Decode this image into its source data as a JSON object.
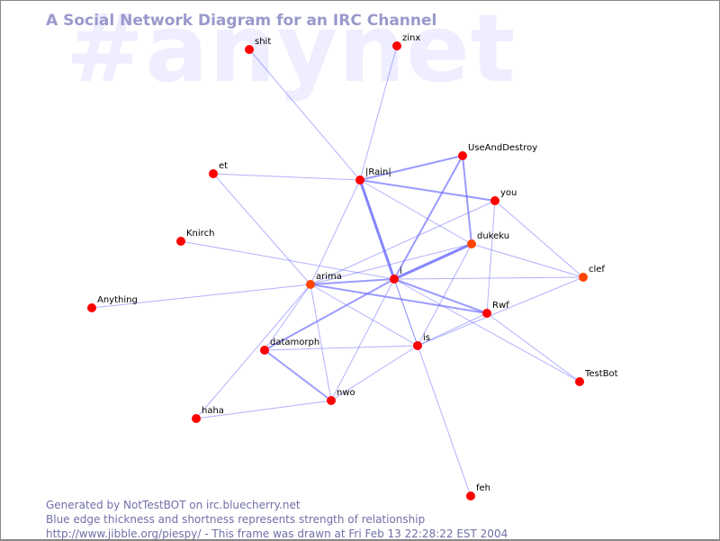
{
  "watermark": "#anynet",
  "title": "A Social Network Diagram for an IRC Channel",
  "footer": {
    "line1": "Generated by NotTestBOT on irc.bluecherry.net",
    "line2": "Blue edge thickness and shortness represents strength of relationship",
    "line3": "http://www.jibble.org/piespy/ - This frame was drawn at Fri Feb 13 22:28:22 EST 2004"
  },
  "colors": {
    "node": "#ff0000",
    "node_active": "#ff4500",
    "edge": "#6666ff"
  },
  "nodes": [
    {
      "id": "shit",
      "active": false
    },
    {
      "id": "zinx",
      "active": false
    },
    {
      "id": "et",
      "active": false
    },
    {
      "id": "|Rain|",
      "active": false
    },
    {
      "id": "UseAndDestroy",
      "active": false
    },
    {
      "id": "you",
      "active": false
    },
    {
      "id": "dukeku",
      "active": true
    },
    {
      "id": "Knirch",
      "active": false
    },
    {
      "id": "clef",
      "active": true
    },
    {
      "id": "Anything",
      "active": false
    },
    {
      "id": "arima",
      "active": true
    },
    {
      "id": "i",
      "active": false
    },
    {
      "id": "Rwf",
      "active": false
    },
    {
      "id": "datamorph",
      "active": false
    },
    {
      "id": "is",
      "active": false
    },
    {
      "id": "nwo",
      "active": false
    },
    {
      "id": "haha",
      "active": false
    },
    {
      "id": "TestBot",
      "active": false
    },
    {
      "id": "feh",
      "active": false
    }
  ],
  "edges": [
    [
      "shit",
      "|Rain|",
      1
    ],
    [
      "zinx",
      "|Rain|",
      1
    ],
    [
      "et",
      "|Rain|",
      1
    ],
    [
      "et",
      "arima",
      1
    ],
    [
      "|Rain|",
      "UseAndDestroy",
      2
    ],
    [
      "|Rain|",
      "you",
      2
    ],
    [
      "|Rain|",
      "dukeku",
      1
    ],
    [
      "|Rain|",
      "i",
      3
    ],
    [
      "|Rain|",
      "arima",
      1
    ],
    [
      "UseAndDestroy",
      "i",
      2
    ],
    [
      "UseAndDestroy",
      "dukeku",
      2
    ],
    [
      "i",
      "dukeku",
      3
    ],
    [
      "arima",
      "i",
      2
    ],
    [
      "arima",
      "you",
      1
    ],
    [
      "arima",
      "dukeku",
      1
    ],
    [
      "Knirch",
      "i",
      1
    ],
    [
      "Anything",
      "arima",
      1
    ],
    [
      "arima",
      "Rwf",
      2
    ],
    [
      "arima",
      "is",
      1
    ],
    [
      "arima",
      "nwo",
      1
    ],
    [
      "arima",
      "haha",
      1
    ],
    [
      "arima",
      "datamorph",
      1
    ],
    [
      "datamorph",
      "i",
      2
    ],
    [
      "datamorph",
      "is",
      1
    ],
    [
      "datamorph",
      "nwo",
      2
    ],
    [
      "haha",
      "nwo",
      1
    ],
    [
      "nwo",
      "i",
      1
    ],
    [
      "nwo",
      "is",
      1
    ],
    [
      "i",
      "is",
      1
    ],
    [
      "i",
      "Rwf",
      2
    ],
    [
      "i",
      "clef",
      1
    ],
    [
      "i",
      "TestBot",
      1
    ],
    [
      "i",
      "feh",
      1
    ],
    [
      "dukeku",
      "clef",
      1
    ],
    [
      "dukeku",
      "is",
      1
    ],
    [
      "you",
      "Rwf",
      1
    ],
    [
      "you",
      "clef",
      1
    ],
    [
      "Rwf",
      "TestBot",
      1
    ],
    [
      "is",
      "clef",
      1
    ],
    [
      "is",
      "Rwf",
      1
    ]
  ]
}
